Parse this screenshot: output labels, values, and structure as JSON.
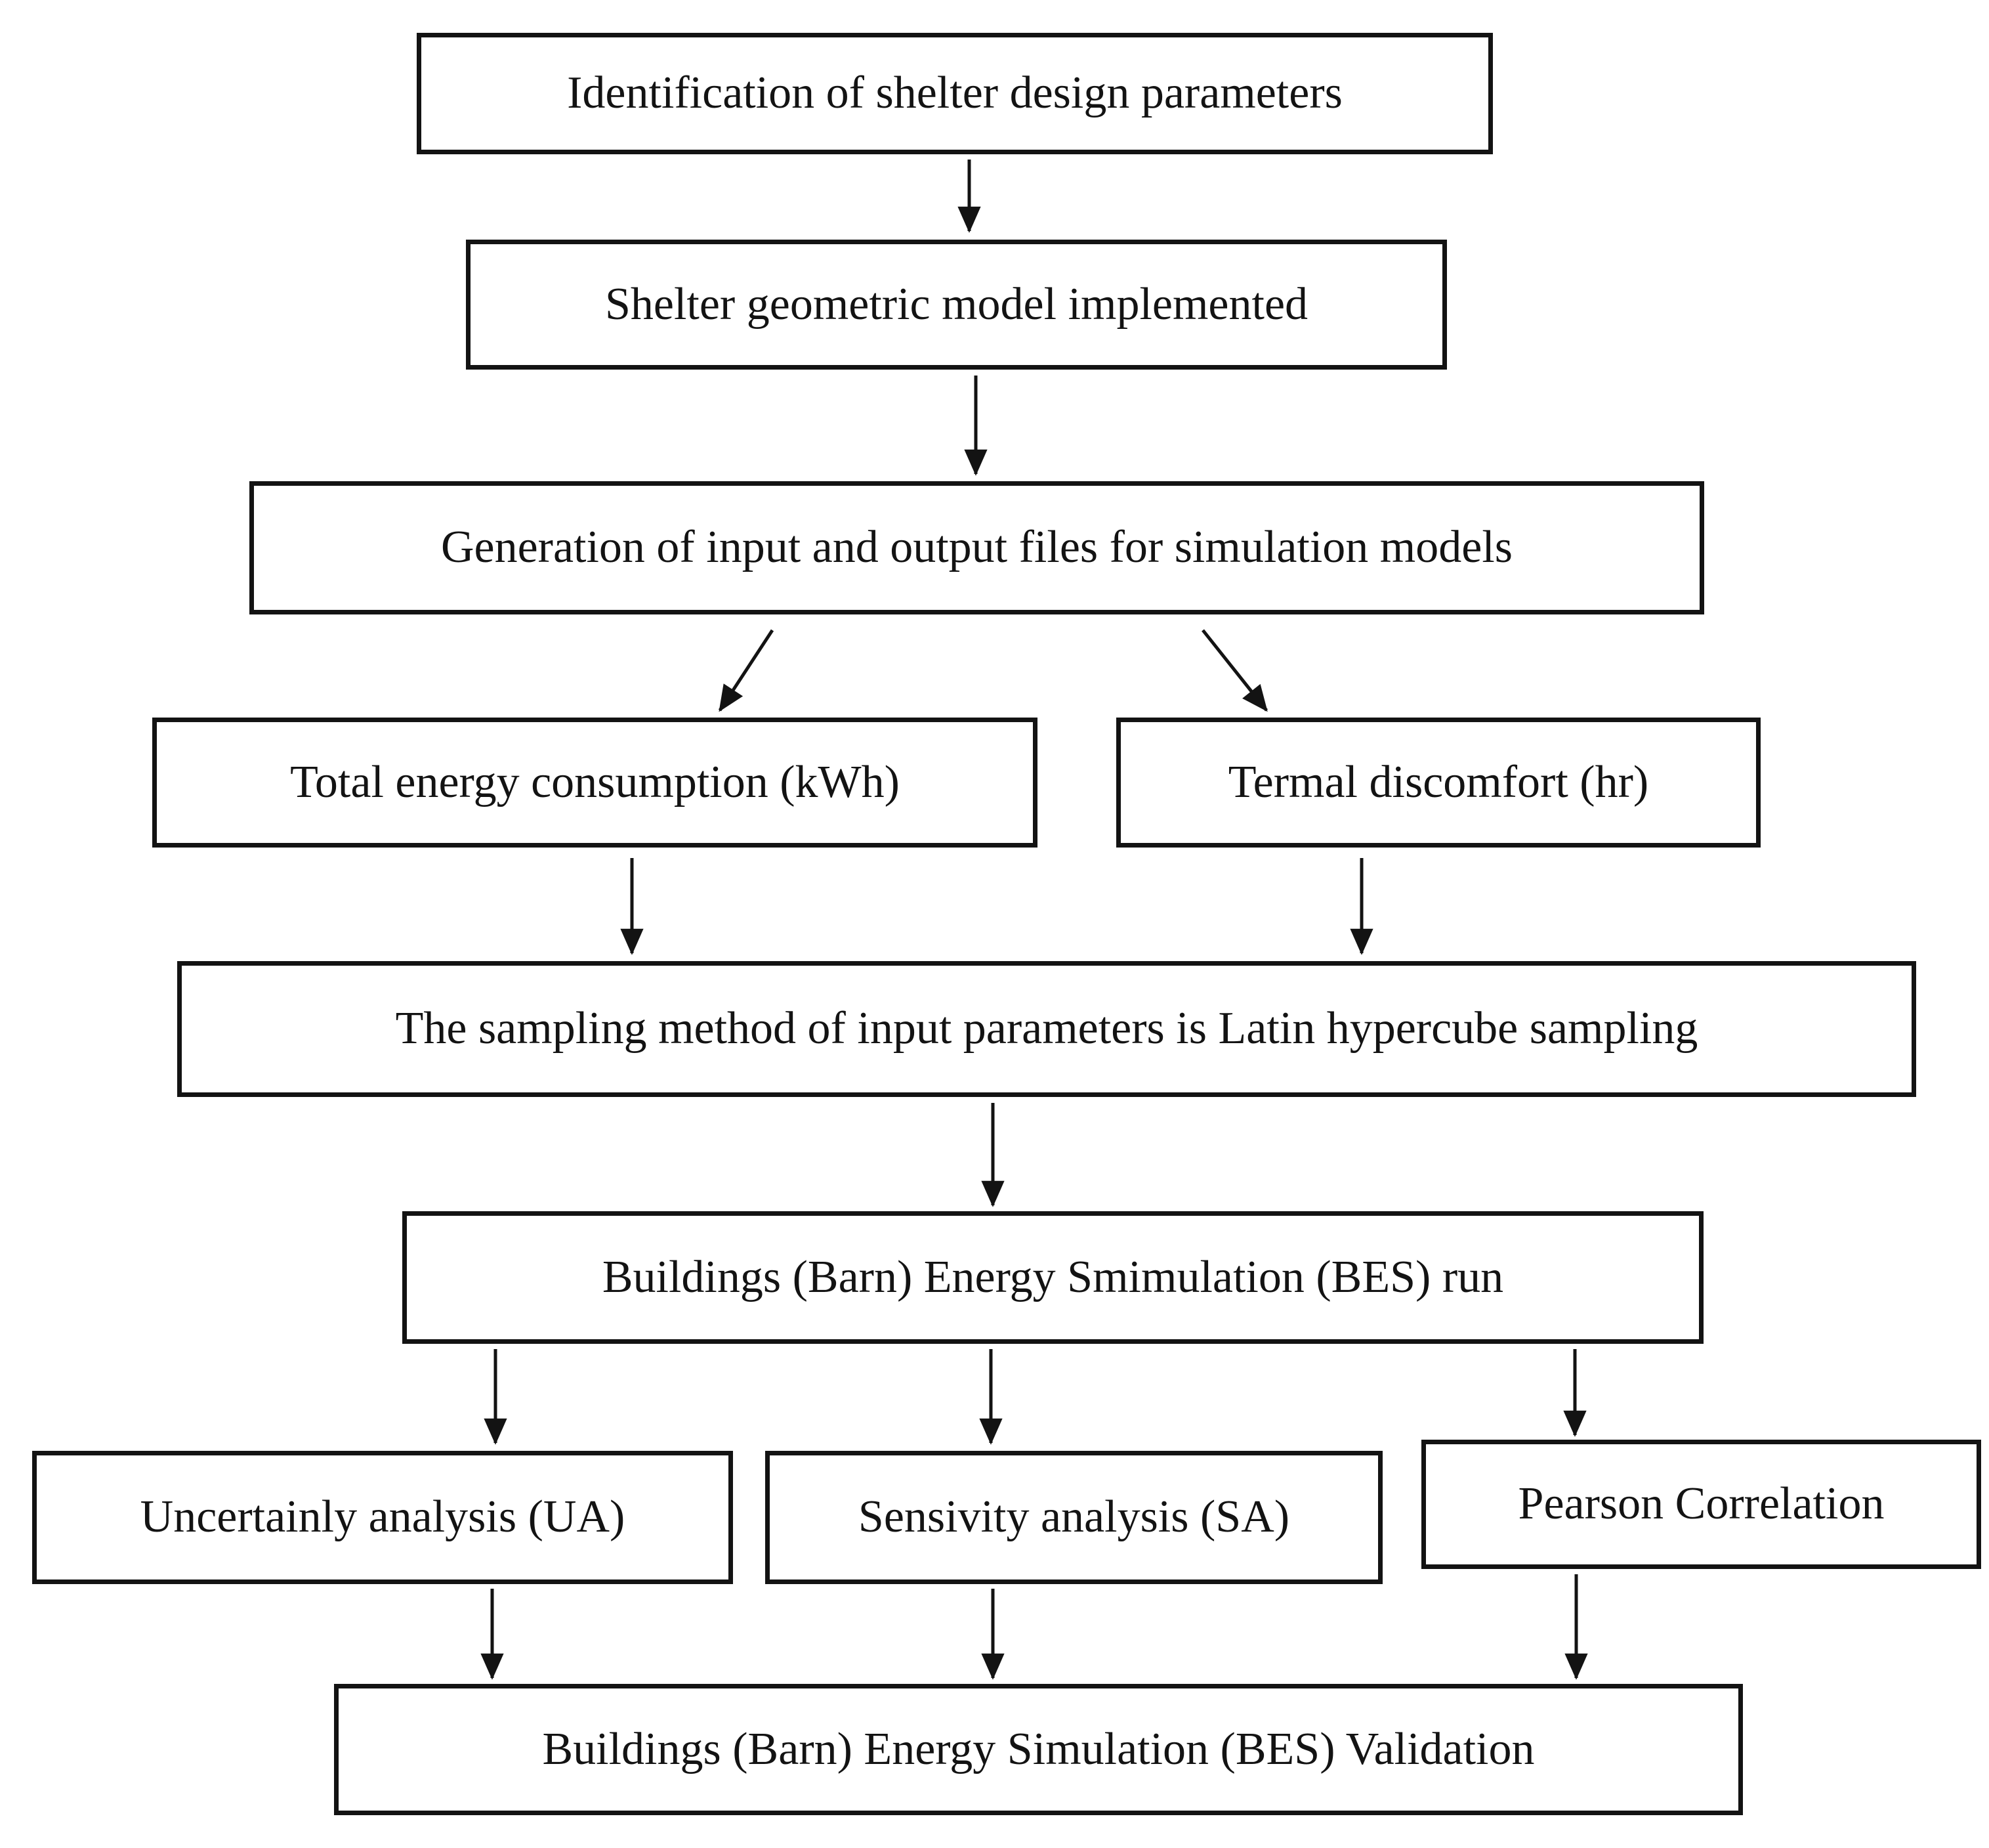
{
  "diagram": {
    "type": "flowchart",
    "background_color": "#ffffff",
    "line_color": "#131313",
    "text_color": "#131313",
    "box_fill": "#ffffff",
    "nodes": [
      {
        "id": "identification",
        "label": "Identification of shelter design parameters"
      },
      {
        "id": "geometric-model",
        "label": "Shelter geometric model implemented"
      },
      {
        "id": "file-generation",
        "label": "Generation of input and output files for simulation models"
      },
      {
        "id": "total-energy",
        "label": "Total energy consumption (kWh)"
      },
      {
        "id": "thermal-discomfort",
        "label": "Termal discomfort (hr)"
      },
      {
        "id": "sampling-method",
        "label": "The sampling method of input parameters is Latin hypercube sampling"
      },
      {
        "id": "bes-run",
        "label": "Buildings (Barn) Energy Smimulation (BES) run"
      },
      {
        "id": "uncertainty-analysis",
        "label": "Uncertainly analysis (UA)"
      },
      {
        "id": "sensitivity-analysis",
        "label": "Sensivity analysis (SA)"
      },
      {
        "id": "pearson-correlation",
        "label": "Pearson Correlation"
      },
      {
        "id": "bes-validation",
        "label": "Buildings (Barn) Energy Simulation (BES) Validation"
      }
    ],
    "edges": [
      {
        "from": "identification",
        "to": "geometric-model"
      },
      {
        "from": "geometric-model",
        "to": "file-generation"
      },
      {
        "from": "file-generation",
        "to": "total-energy"
      },
      {
        "from": "file-generation",
        "to": "thermal-discomfort"
      },
      {
        "from": "total-energy",
        "to": "sampling-method"
      },
      {
        "from": "thermal-discomfort",
        "to": "sampling-method"
      },
      {
        "from": "sampling-method",
        "to": "bes-run"
      },
      {
        "from": "bes-run",
        "to": "uncertainty-analysis"
      },
      {
        "from": "bes-run",
        "to": "sensitivity-analysis"
      },
      {
        "from": "bes-run",
        "to": "pearson-correlation"
      },
      {
        "from": "uncertainty-analysis",
        "to": "bes-validation"
      },
      {
        "from": "sensitivity-analysis",
        "to": "bes-validation"
      },
      {
        "from": "pearson-correlation",
        "to": "bes-validation"
      }
    ]
  }
}
